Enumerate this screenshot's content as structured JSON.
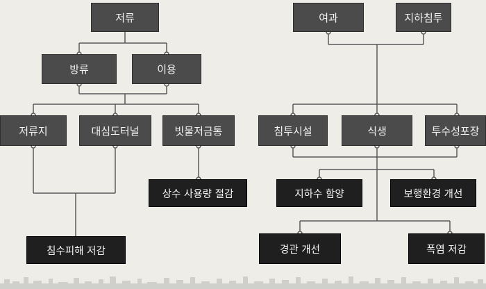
{
  "nodes": {
    "storage": "저류",
    "discharge": "방류",
    "use": "이용",
    "reservoir": "저류지",
    "tunnel": "대심도터널",
    "rainwater": "빗물저금통",
    "water_saving": "상수 사용량 절감",
    "flood_reduction": "침수피해 저감",
    "filtration": "여과",
    "infiltration_ground": "지하침투",
    "infiltration_facility": "침투시설",
    "planting": "식생",
    "permeable_pavement": "투수성포장",
    "groundwater": "지하수 함양",
    "walking_env": "보행환경 개선",
    "landscape": "경관 개선",
    "heat_reduction": "폭염 저감"
  },
  "colors": {
    "node_gray": "#4b4b4b",
    "node_black": "#1f1f1f",
    "line": "#5a5a5a",
    "background": "#eeede8"
  }
}
